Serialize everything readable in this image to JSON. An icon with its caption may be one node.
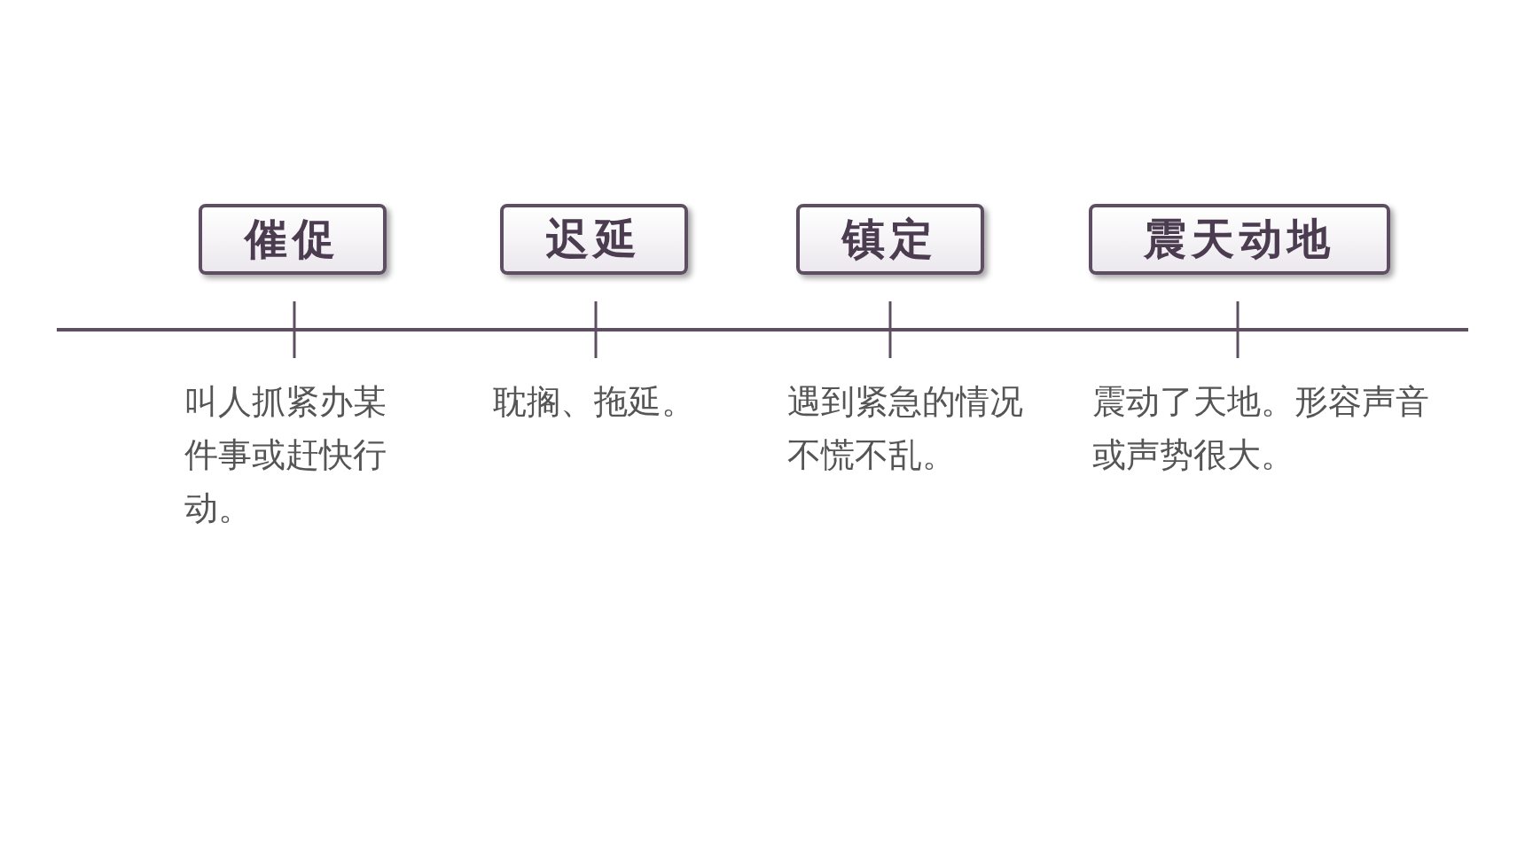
{
  "diagram": {
    "nodes": [
      {
        "text": [
          "催促"
        ],
        "beside": [
          "叫人抓紧办某件事或赶快行动。"
        ]
      },
      {
        "text": [
          "迟延"
        ],
        "beside": [
          "耽搁、拖延。"
        ]
      },
      {
        "text": [
          "镇定"
        ],
        "beside": [
          "遇到紧急的情况不慌不乱。"
        ]
      },
      {
        "text": [
          "震天动地"
        ],
        "beside": [
          "震动了天地。形容声音或声势很大。"
        ]
      }
    ]
  }
}
